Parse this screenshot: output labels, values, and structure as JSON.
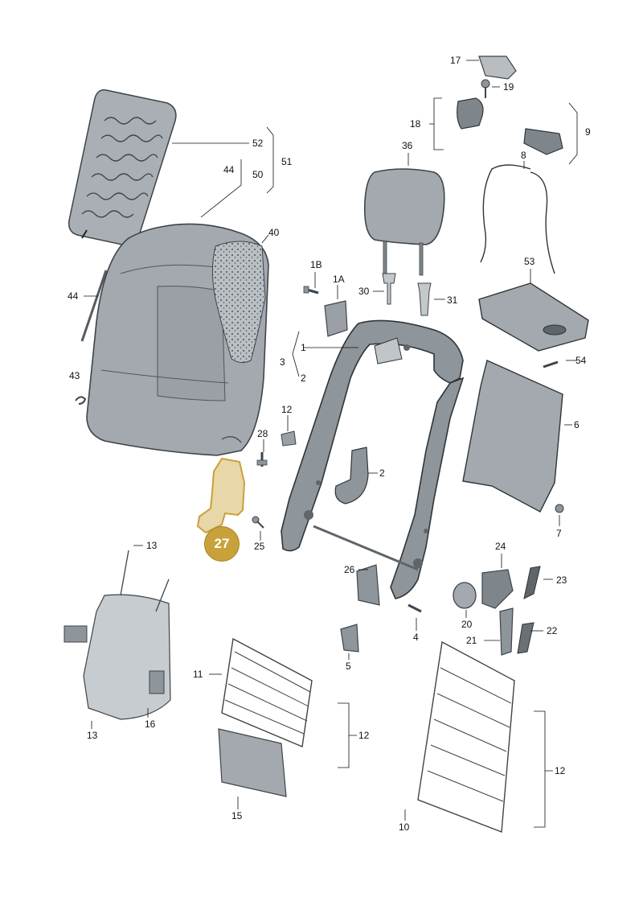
{
  "diagram": {
    "highlighted_part": "27",
    "labels": [
      "17",
      "19",
      "18",
      "9",
      "8",
      "36",
      "52",
      "51",
      "44",
      "50",
      "40",
      "1B",
      "1A",
      "30",
      "31",
      "53",
      "44",
      "1",
      "3",
      "2",
      "43",
      "54",
      "6",
      "12",
      "28",
      "2",
      "7",
      "25",
      "13",
      "26",
      "24",
      "23",
      "20",
      "4",
      "22",
      "21",
      "5",
      "11",
      "16",
      "13",
      "12",
      "15",
      "12",
      "10"
    ],
    "colors": {
      "part_fill": "#a4aaaf",
      "part_dark": "#5e656b",
      "frame_fill": "#8e959b",
      "highlight_fill": "#e8d7a8",
      "highlight_stroke": "#c9a13b",
      "callout_fill": "#c9a13b"
    }
  }
}
